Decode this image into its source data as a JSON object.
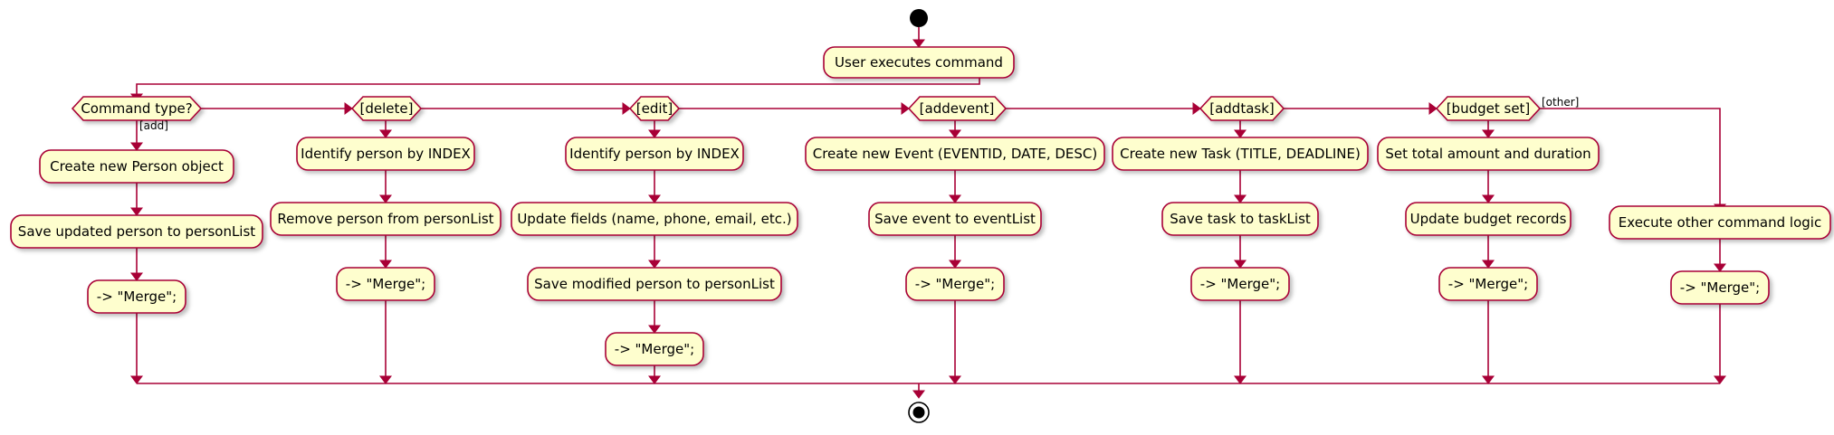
{
  "diagram": {
    "start_label": "",
    "user_executes": "User executes command",
    "decisions": {
      "command_type": "Command type?",
      "delete": "[delete]",
      "edit": "[edit]",
      "addevent": "[addevent]",
      "addtask": "[addtask]",
      "budget": "[budget set]"
    },
    "guards": {
      "add": "[add]",
      "other": "[other]"
    },
    "branches": {
      "add": {
        "step1": "Create new Person object",
        "step2": "Save updated person to personList",
        "merge": "-> \"Merge\";"
      },
      "delete": {
        "step1": "Identify person by INDEX",
        "step2": "Remove person from personList",
        "merge": "-> \"Merge\";"
      },
      "edit": {
        "step1": "Identify person by INDEX",
        "step2": "Update fields (name, phone, email, etc.)",
        "step3": "Save modified person to personList",
        "merge": "-> \"Merge\";"
      },
      "addevent": {
        "step1": "Create new Event (EVENTID, DATE, DESC)",
        "step2": "Save event to eventList",
        "merge": "-> \"Merge\";"
      },
      "addtask": {
        "step1": "Create new Task (TITLE, DEADLINE)",
        "step2": "Save task to taskList",
        "merge": "-> \"Merge\";"
      },
      "budget": {
        "step1": "Set total amount and duration",
        "step2": "Update budget records",
        "merge": "-> \"Merge\";"
      },
      "other": {
        "step1": "Execute other command logic",
        "merge": "-> \"Merge\";"
      }
    },
    "colors": {
      "stroke": "#A80036",
      "fill": "#FEFECE",
      "node": "#000000"
    }
  }
}
